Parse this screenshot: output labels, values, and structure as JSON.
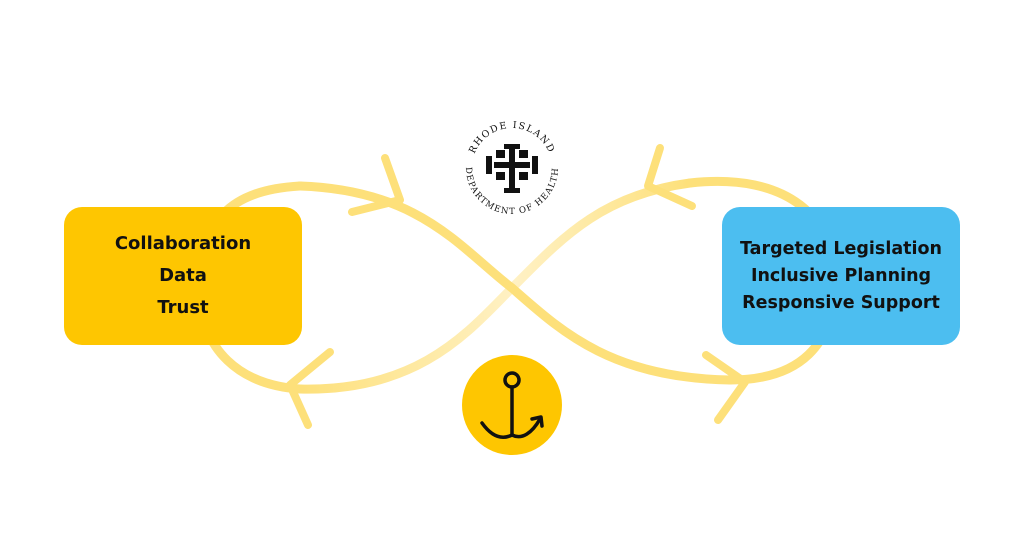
{
  "colors": {
    "loop_strong": "#fde07a",
    "loop_faint": "#fff1c4",
    "left_box": "#fec601",
    "right_box": "#4cbef0",
    "anchor_circle": "#fec601",
    "ink": "#111111"
  },
  "diagram": {
    "left_box": {
      "lines": [
        "Collaboration",
        "Data",
        "Trust"
      ]
    },
    "right_box": {
      "lines": [
        "Targeted Legislation",
        "Inclusive Planning",
        "Responsive Support"
      ]
    },
    "seal": {
      "top_text": "RHODE ISLAND",
      "bottom_text": "DEPARTMENT OF HEALTH"
    },
    "icons": {
      "center": "anchor-icon",
      "logo": "rhode-island-department-of-health-seal"
    }
  }
}
